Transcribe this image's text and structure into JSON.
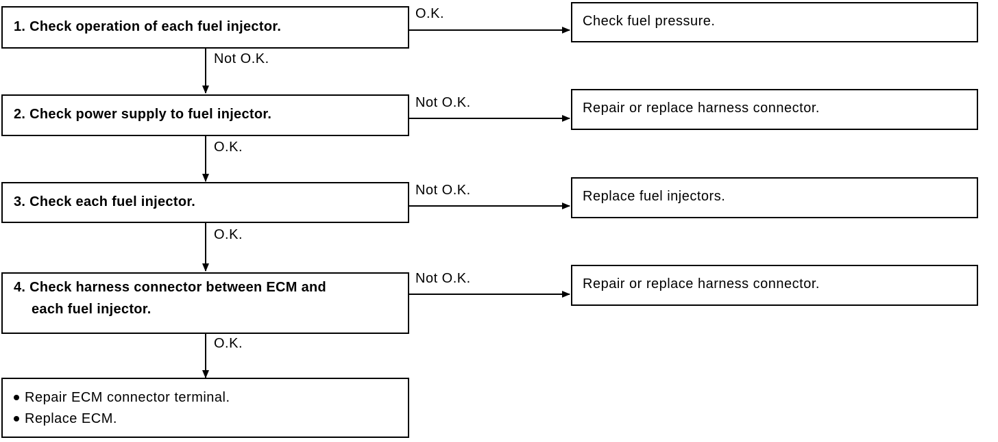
{
  "steps": [
    {
      "lines": [
        "1. Check operation of each fuel injector."
      ]
    },
    {
      "lines": [
        "2. Check power supply to fuel injector."
      ]
    },
    {
      "lines": [
        "3. Check each fuel injector."
      ]
    },
    {
      "lines": [
        "4. Check harness connector between ECM and",
        "each fuel injector."
      ]
    }
  ],
  "results": [
    "Check fuel pressure.",
    "Repair or replace harness connector.",
    "Replace fuel injectors.",
    "Repair or replace harness connector."
  ],
  "branch_labels": [
    "O.K.",
    "Not O.K.",
    "Not O.K.",
    "Not O.K."
  ],
  "down_labels": [
    "Not O.K.",
    "O.K.",
    "O.K.",
    "O.K."
  ],
  "final_box": {
    "items": [
      "Repair ECM connector terminal.",
      "Replace ECM."
    ]
  }
}
